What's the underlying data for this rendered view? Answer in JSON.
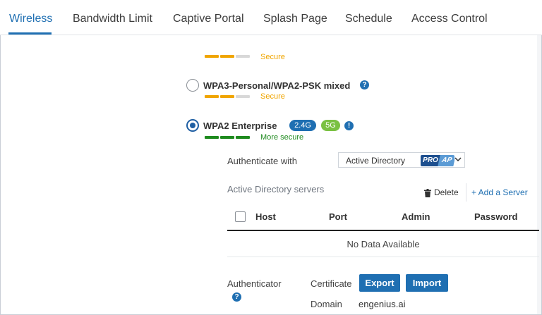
{
  "tabs": [
    {
      "label": "Wireless",
      "active": true
    },
    {
      "label": "Bandwidth Limit",
      "active": false
    },
    {
      "label": "Captive Portal",
      "active": false
    },
    {
      "label": "Splash Page",
      "active": false
    },
    {
      "label": "Schedule",
      "active": false
    },
    {
      "label": "Access Control",
      "active": false
    }
  ],
  "security": {
    "top_level": {
      "text": "Secure",
      "level": 2,
      "max": 3,
      "color": "#f0a500"
    },
    "options": [
      {
        "label": "WPA3-Personal/WPA2-PSK mixed",
        "checked": false,
        "help_icon": "question-circle-icon",
        "level_text": "Secure",
        "level": 2,
        "max": 3,
        "color": "#f0a500"
      },
      {
        "label": "WPA2 Enterprise",
        "checked": true,
        "badges": [
          {
            "text": "2.4G",
            "color": "#1f6fb2"
          },
          {
            "text": "5G",
            "color": "#7ac142"
          }
        ],
        "info_icon": "exclamation-circle-icon",
        "level_text": "More secure",
        "level": 3,
        "max": 3,
        "color": "#1e8a1e"
      }
    ]
  },
  "authenticate": {
    "label": "Authenticate with",
    "selected": "Active Directory",
    "badge_left": "PRO",
    "badge_right": "AP"
  },
  "servers": {
    "title": "Active Directory servers",
    "delete_label": "Delete",
    "add_label": "+ Add a Server",
    "columns": [
      "Host",
      "Port",
      "Admin",
      "Password"
    ],
    "empty_text": "No Data Available"
  },
  "authenticator": {
    "label": "Authenticator",
    "certificate_label": "Certificate",
    "export_label": "Export",
    "import_label": "Import",
    "domain_label": "Domain",
    "domain_value": "engenius.ai"
  },
  "colors": {
    "accent": "#1f6fb2",
    "secure": "#f0a500",
    "more_secure": "#1e8a1e",
    "bar_empty": "#d8d8d8"
  }
}
